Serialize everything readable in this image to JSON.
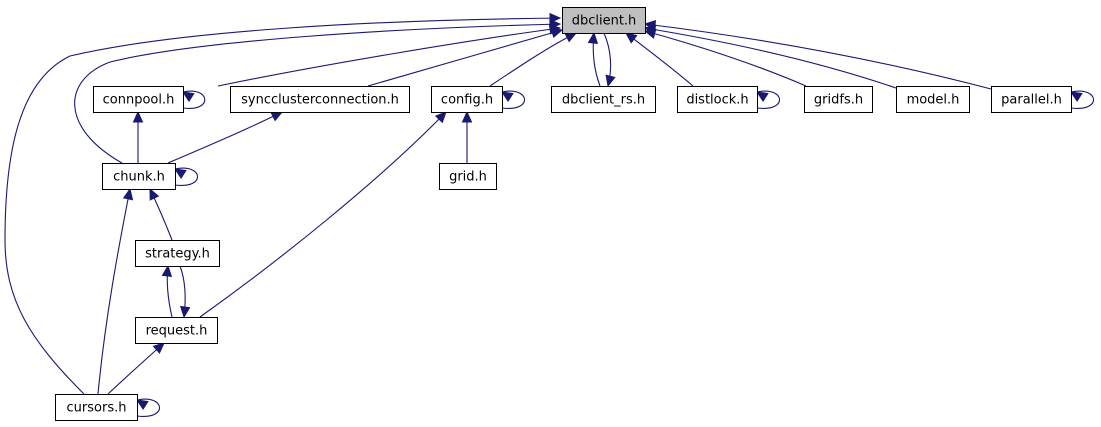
{
  "diagram": {
    "colors": {
      "edge": "#191970",
      "node_fill": "#ffffff",
      "root_fill": "#bfbfbf",
      "node_border": "#000000"
    },
    "nodes": [
      {
        "id": "dbclient",
        "label": "dbclient.h",
        "root": true
      },
      {
        "id": "connpool",
        "label": "connpool.h"
      },
      {
        "id": "syncclusterconnection",
        "label": "syncclusterconnection.h"
      },
      {
        "id": "config",
        "label": "config.h"
      },
      {
        "id": "dbclient_rs",
        "label": "dbclient_rs.h"
      },
      {
        "id": "distlock",
        "label": "distlock.h"
      },
      {
        "id": "gridfs",
        "label": "gridfs.h"
      },
      {
        "id": "model",
        "label": "model.h"
      },
      {
        "id": "parallel",
        "label": "parallel.h"
      },
      {
        "id": "chunk",
        "label": "chunk.h"
      },
      {
        "id": "grid",
        "label": "grid.h"
      },
      {
        "id": "strategy",
        "label": "strategy.h"
      },
      {
        "id": "request",
        "label": "request.h"
      },
      {
        "id": "cursors",
        "label": "cursors.h"
      }
    ],
    "edges": [
      {
        "from": "connpool",
        "to": "dbclient"
      },
      {
        "from": "syncclusterconnection",
        "to": "dbclient"
      },
      {
        "from": "config",
        "to": "dbclient"
      },
      {
        "from": "dbclient_rs",
        "to": "dbclient"
      },
      {
        "from": "dbclient",
        "to": "dbclient_rs"
      },
      {
        "from": "distlock",
        "to": "dbclient"
      },
      {
        "from": "gridfs",
        "to": "dbclient"
      },
      {
        "from": "model",
        "to": "dbclient"
      },
      {
        "from": "parallel",
        "to": "dbclient"
      },
      {
        "from": "chunk",
        "to": "dbclient"
      },
      {
        "from": "cursors",
        "to": "dbclient"
      },
      {
        "from": "connpool",
        "to": "connpool"
      },
      {
        "from": "config",
        "to": "config"
      },
      {
        "from": "distlock",
        "to": "distlock"
      },
      {
        "from": "parallel",
        "to": "parallel"
      },
      {
        "from": "chunk",
        "to": "chunk"
      },
      {
        "from": "cursors",
        "to": "cursors"
      },
      {
        "from": "chunk",
        "to": "connpool"
      },
      {
        "from": "chunk",
        "to": "syncclusterconnection"
      },
      {
        "from": "grid",
        "to": "config"
      },
      {
        "from": "request",
        "to": "config"
      },
      {
        "from": "strategy",
        "to": "chunk"
      },
      {
        "from": "cursors",
        "to": "chunk"
      },
      {
        "from": "request",
        "to": "strategy"
      },
      {
        "from": "strategy",
        "to": "request"
      },
      {
        "from": "cursors",
        "to": "request"
      }
    ]
  }
}
